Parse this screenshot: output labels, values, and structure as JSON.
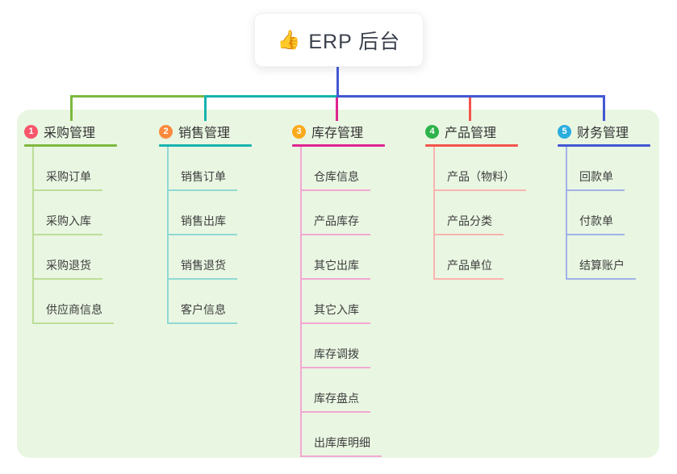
{
  "root": {
    "emoji": "👍",
    "label": "ERP 后台"
  },
  "colors": {
    "panel_bg": "#e9f6e2",
    "root_line": "#4357d2"
  },
  "branches": [
    {
      "num": "1",
      "label": "采购管理",
      "badge_color": "#f8566b",
      "line_color": "#7db83e",
      "light_color": "#bcde97",
      "children": [
        "采购订单",
        "采购入库",
        "采购退货",
        "供应商信息"
      ]
    },
    {
      "num": "2",
      "label": "销售管理",
      "badge_color": "#fb8a3e",
      "line_color": "#16b3ae",
      "light_color": "#90d9d4",
      "children": [
        "销售订单",
        "销售出库",
        "销售退货",
        "客户信息"
      ]
    },
    {
      "num": "3",
      "label": "库存管理",
      "badge_color": "#fbaa1c",
      "line_color": "#e02490",
      "light_color": "#f2a8d4",
      "children": [
        "仓库信息",
        "产品库存",
        "其它出库",
        "其它入库",
        "库存调拨",
        "库存盘点",
        "出库库明细"
      ]
    },
    {
      "num": "4",
      "label": "产品管理",
      "badge_color": "#2eb34c",
      "line_color": "#f4544d",
      "light_color": "#fab4ae",
      "children": [
        "产品（物料）",
        "产品分类",
        "产品单位"
      ]
    },
    {
      "num": "5",
      "label": "财务管理",
      "badge_color": "#29addf",
      "line_color": "#4357d2",
      "light_color": "#a2b1e8",
      "children": [
        "回款单",
        "付款单",
        "结算账户"
      ]
    }
  ]
}
